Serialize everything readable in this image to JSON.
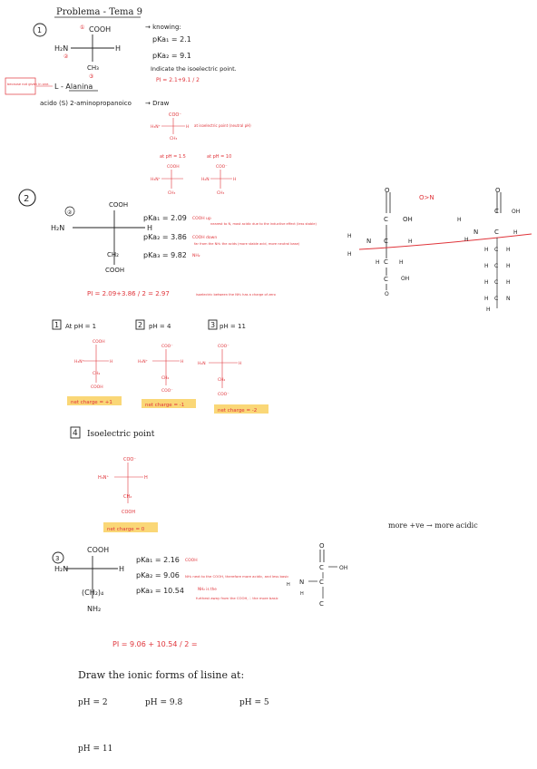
{
  "colors": {
    "ink": "#222222",
    "red": "#e0343a",
    "highlight": "#f8c949"
  },
  "title": "Problema - Tema 9",
  "p1": {
    "num": "1",
    "cooh": "COOH",
    "h2n": "H₂N",
    "h": "H",
    "ch3": "CH₃",
    "n1": "①",
    "n2": "②",
    "n3": "③",
    "knowing": "→ knowing:",
    "pka1": "pKa₁ = 2.1",
    "pka2": "pKa₂ = 9.1",
    "indicate": "Indicate the isoelectric point.",
    "pi_red": "PI = 2.1+9.1 / 2",
    "box": "because not given in one.",
    "alanina": "L - Alanina",
    "acido": "acido (S) 2-aminopropanoico",
    "draw": "→ Draw",
    "d_coo": "COO⁻",
    "d_h3n": "H₃N⁺",
    "d_h": "H",
    "d_ch3": "CH₃",
    "d_note": "at isoelectric point (neutral pH)",
    "ph15": "at pH = 1.5",
    "ph10": "at pH = 10",
    "d2_cooh": "COOH",
    "d2_h3n": "H₃N⁺",
    "d2_ch3": "CH₃",
    "d3_coo": "COO⁻",
    "d3_h2n": "H₂N",
    "d3_h": "H",
    "d3_ch3": "CH₃"
  },
  "p2": {
    "num": "2",
    "cooh": "COOH",
    "h2n": "H₂N",
    "h": "H",
    "ch2": "CH₂",
    "cooh2": "COOH",
    "n2": "②",
    "pka1": "pKa₁ = 2.09",
    "pka2": "pKa₂ = 3.86",
    "pka3": "pKa₃ = 9.82",
    "n_pka1": "COOH up",
    "n_pka1b": "nearest to N, most acidic due to the inductive effect (less stable)",
    "n_pka2": "COOH down",
    "n_pka2b": "far from the NH₂ the acids (more stable acid, more neutral base)",
    "n_pka3": "NH₂",
    "pi": "PI = 2.09+3.86 / 2 = 2.97",
    "pi_note": "isoelectric between the NH₂ has a charge of zero",
    "mol_ops": "O>N",
    "mol_labels": [
      "H",
      "H",
      "N",
      "H",
      "C",
      "H",
      "H",
      "C",
      "H",
      "C",
      "OH",
      "O",
      "O",
      "O",
      "H",
      "N",
      "H",
      "C",
      "OH",
      "H",
      "C",
      "H",
      "H",
      "C",
      "H",
      "H",
      "C",
      "H",
      "H",
      "C",
      "H",
      "N"
    ],
    "more_ve": "more +ve → more acidic"
  },
  "p2_phs": [
    {
      "num": "1",
      "label": "At pH = 1",
      "top": "COOH",
      "left": "H₃N⁺",
      "right": "H",
      "mid": "CH₂",
      "bot": "COOH",
      "charge": "net charge = +1"
    },
    {
      "num": "2",
      "label": "pH = 4",
      "top": "COO⁻",
      "left": "H₃N⁺",
      "right": "H",
      "mid": "CH₂",
      "bot": "COO⁻",
      "charge": "net charge = -1"
    },
    {
      "num": "3",
      "label": "pH = 11",
      "top": "COO⁻",
      "left": "H₂N",
      "right": "H",
      "mid": "CH₂",
      "bot": "COO⁻",
      "charge": "net charge = -2"
    }
  ],
  "p2_iso": {
    "num": "4",
    "label": "Isoelectric point",
    "top": "COO⁻",
    "left": "H₃N⁺",
    "right": "H",
    "mid": "CH₂",
    "bot": "COOH",
    "charge": "net charge = 0"
  },
  "p3": {
    "num": "3",
    "cooh": "COOH",
    "h2n": "H₂N",
    "h": "H",
    "ch2": "(CH₂)₄",
    "nh2": "NH₂",
    "pka1": "pKa₁ = 2.16",
    "pka2": "pKa₂ = 9.06",
    "pka3": "pKa₃ = 10.54",
    "n_pka1": "COOH",
    "n_pka2": "NH₂ next to the COOH, therefore more acidic, and less basic",
    "n_pka3": "NH₂ is the",
    "n_pka3b": "furthest away from the COOH, ∴ the more basic",
    "pi": "PI = 9.06 + 10.54 / 2 =",
    "mol": {
      "o_top": "O",
      "c": "C",
      "oh": "OH",
      "n": "N",
      "h1": "H",
      "h2": "H",
      "c2": "C",
      "c3": "C"
    },
    "draw_forms": "Draw the ionic forms of lisine at:",
    "ph_a": "pH = 2",
    "ph_b": "pH = 9.8",
    "ph_c": "pH = 5",
    "ph_d": "pH = 11"
  }
}
